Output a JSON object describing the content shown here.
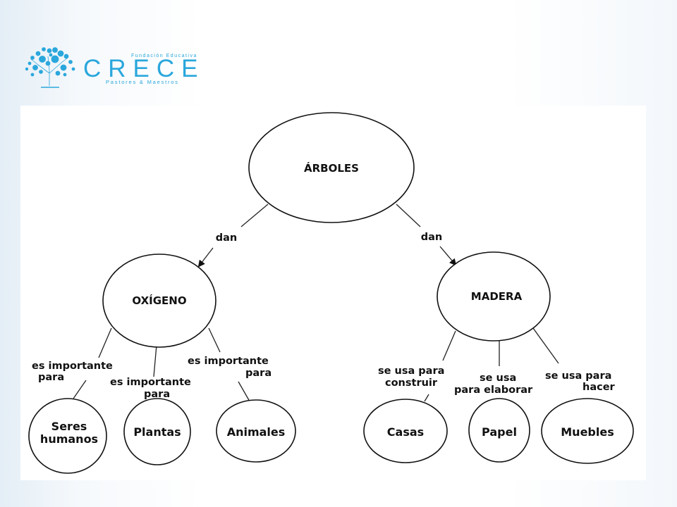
{
  "logo": {
    "brand": "CRECE",
    "top_text": "Fundación Educativa",
    "bottom_text": "Pastores & Maestros",
    "color": "#2aa7dc"
  },
  "diagram": {
    "root": "ÁRBOLES",
    "branches": [
      {
        "link": "dan",
        "node": "OXÍGENO",
        "children": [
          {
            "link": [
              "es importante",
              "para"
            ],
            "leaf": [
              "Seres",
              "humanos"
            ]
          },
          {
            "link": [
              "es importante",
              "para"
            ],
            "leaf": [
              "Plantas"
            ]
          },
          {
            "link": [
              "es importante",
              "para"
            ],
            "leaf": [
              "Animales"
            ]
          }
        ]
      },
      {
        "link": "dan",
        "node": "MADERA",
        "children": [
          {
            "link": [
              "se usa para",
              "construir"
            ],
            "leaf": [
              "Casas"
            ]
          },
          {
            "link": [
              "se usa",
              "para elaborar"
            ],
            "leaf": [
              "Papel"
            ]
          },
          {
            "link": [
              "se usa para",
              "hacer"
            ],
            "leaf": [
              "Muebles"
            ]
          }
        ]
      }
    ]
  }
}
